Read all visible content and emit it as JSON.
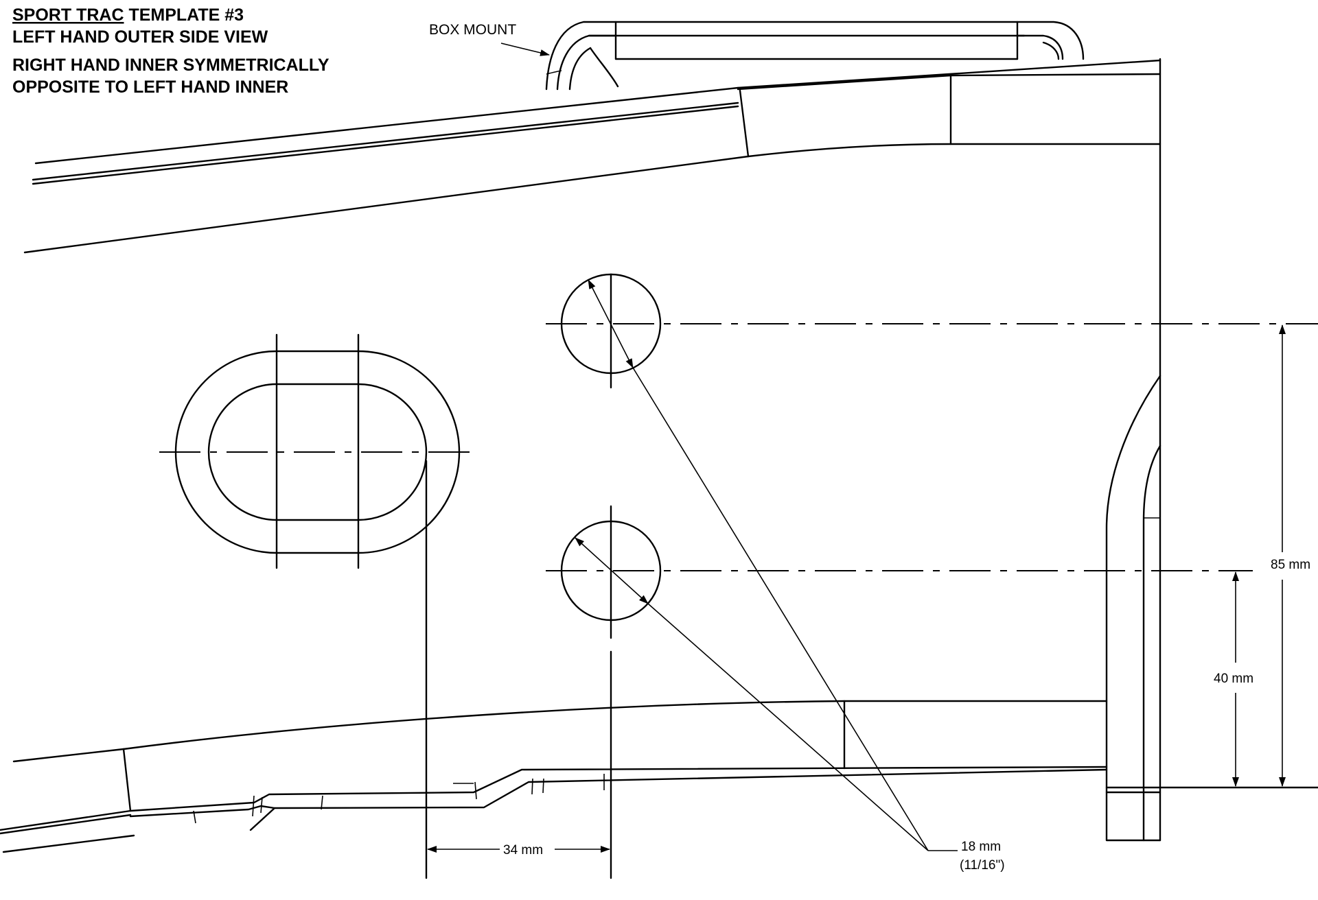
{
  "title": {
    "line1_underlined": "SPORT TRAC",
    "line1_rest": " TEMPLATE #3",
    "line2": "LEFT HAND OUTER SIDE VIEW",
    "line3": "RIGHT HAND INNER SYMMETRICALLY",
    "line4": "OPPOSITE TO LEFT HAND INNER"
  },
  "callouts": {
    "box_mount": "BOX MOUNT"
  },
  "dimensions": {
    "horizontal_offset": "34 mm",
    "lower_hole_height": "40 mm",
    "upper_hole_height": "85 mm",
    "hole_diameter_metric": "18 mm",
    "hole_diameter_imperial": "(11/16\")"
  },
  "colors": {
    "line": "#000000",
    "background": "#ffffff"
  }
}
